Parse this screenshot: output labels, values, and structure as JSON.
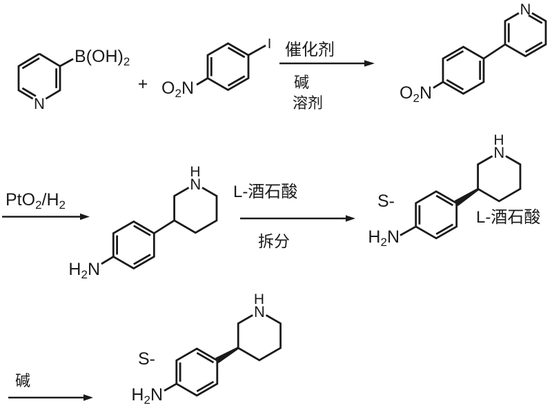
{
  "colors": {
    "ink": "#1a1a1a",
    "background": "#ffffff"
  },
  "step1": {
    "boronic_acid": {
      "formula": "B(OH)",
      "formula_sub": "2",
      "ring_n": "N"
    },
    "plus": "+",
    "iodide": {
      "nitro_o": "O",
      "nitro_2": "2",
      "nitro_n": "N",
      "iodine": "I"
    },
    "conditions": {
      "above": "催化剂",
      "below1": "碱",
      "below2": "溶剂"
    },
    "product": {
      "nitro_o": "O",
      "nitro_2": "2",
      "nitro_n": "N",
      "ring_n": "N"
    }
  },
  "step2": {
    "conditions": {
      "p1": "PtO",
      "s1": "2",
      "p2": "/H",
      "s2": "2"
    },
    "product": {
      "nh": "H",
      "ring_n": "N",
      "amine_h": "H",
      "amine_2": "2",
      "amine_n": "N"
    }
  },
  "step3": {
    "conditions": {
      "above": "L-酒石酸",
      "below": "拆分"
    },
    "product": {
      "stereo": "S-",
      "nh": "H",
      "ring_n": "N",
      "amine_h": "H",
      "amine_2": "2",
      "amine_n": "N",
      "salt": "L-酒石酸"
    }
  },
  "step4": {
    "conditions": {
      "above": "碱"
    },
    "product": {
      "stereo": "S-",
      "nh": "H",
      "ring_n": "N",
      "amine_h": "H",
      "amine_2": "2",
      "amine_n": "N"
    }
  }
}
